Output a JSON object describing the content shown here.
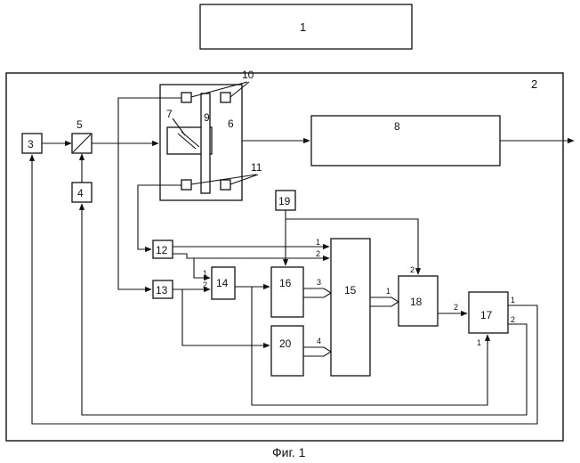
{
  "caption": "Фиг. 1",
  "labels": {
    "b1": "1",
    "b2": "2",
    "b3": "3",
    "b4": "4",
    "b5": "5",
    "b6": "6",
    "b7": "7",
    "b8": "8",
    "b9": "9",
    "b10": "10",
    "b11": "11",
    "b12": "12",
    "b13": "13",
    "b14": "14",
    "b15": "15",
    "b16": "16",
    "b17": "17",
    "b18": "18",
    "b19": "19",
    "b20": "20"
  },
  "pins": {
    "p15_1": "1",
    "p15_2": "2",
    "p15_3": "3",
    "p15_4": "4",
    "p14_1": "1",
    "p14_2": "2",
    "p18_1": "1",
    "p18_2": "2",
    "p17_1": "1",
    "p17_2": "2",
    "p17_out1": "1",
    "p17_out2": "2"
  }
}
